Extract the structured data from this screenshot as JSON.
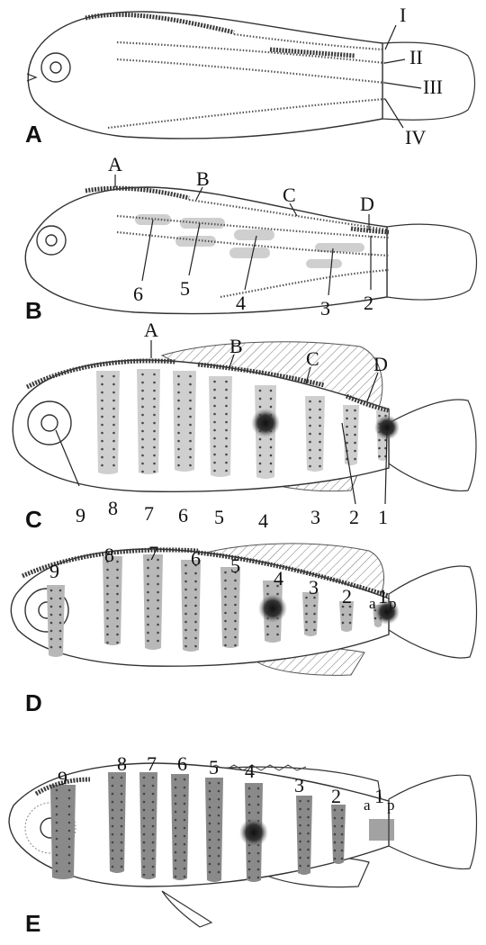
{
  "panels": {
    "A": {
      "letter": "A",
      "stripe_labels": [
        "I",
        "II",
        "III",
        "IV"
      ]
    },
    "B": {
      "letter": "B",
      "saddle_labels": [
        "A",
        "B",
        "C",
        "D"
      ],
      "bar_labels": [
        "6",
        "5",
        "4",
        "3",
        "2"
      ]
    },
    "C": {
      "letter": "C",
      "saddle_labels": [
        "A",
        "B",
        "C",
        "D"
      ],
      "bar_labels": [
        "9",
        "8",
        "7",
        "6",
        "5",
        "4",
        "3",
        "2",
        "1"
      ]
    },
    "D": {
      "letter": "D",
      "bar_labels": [
        "9",
        "8",
        "7",
        "6",
        "5",
        "4",
        "3",
        "2",
        "1"
      ],
      "sub_labels": [
        "a",
        "p"
      ]
    },
    "E": {
      "letter": "E",
      "bar_labels": [
        "9",
        "8",
        "7",
        "6",
        "5",
        "4",
        "3",
        "2",
        "1"
      ],
      "sub_labels": [
        "a",
        "p"
      ]
    }
  }
}
